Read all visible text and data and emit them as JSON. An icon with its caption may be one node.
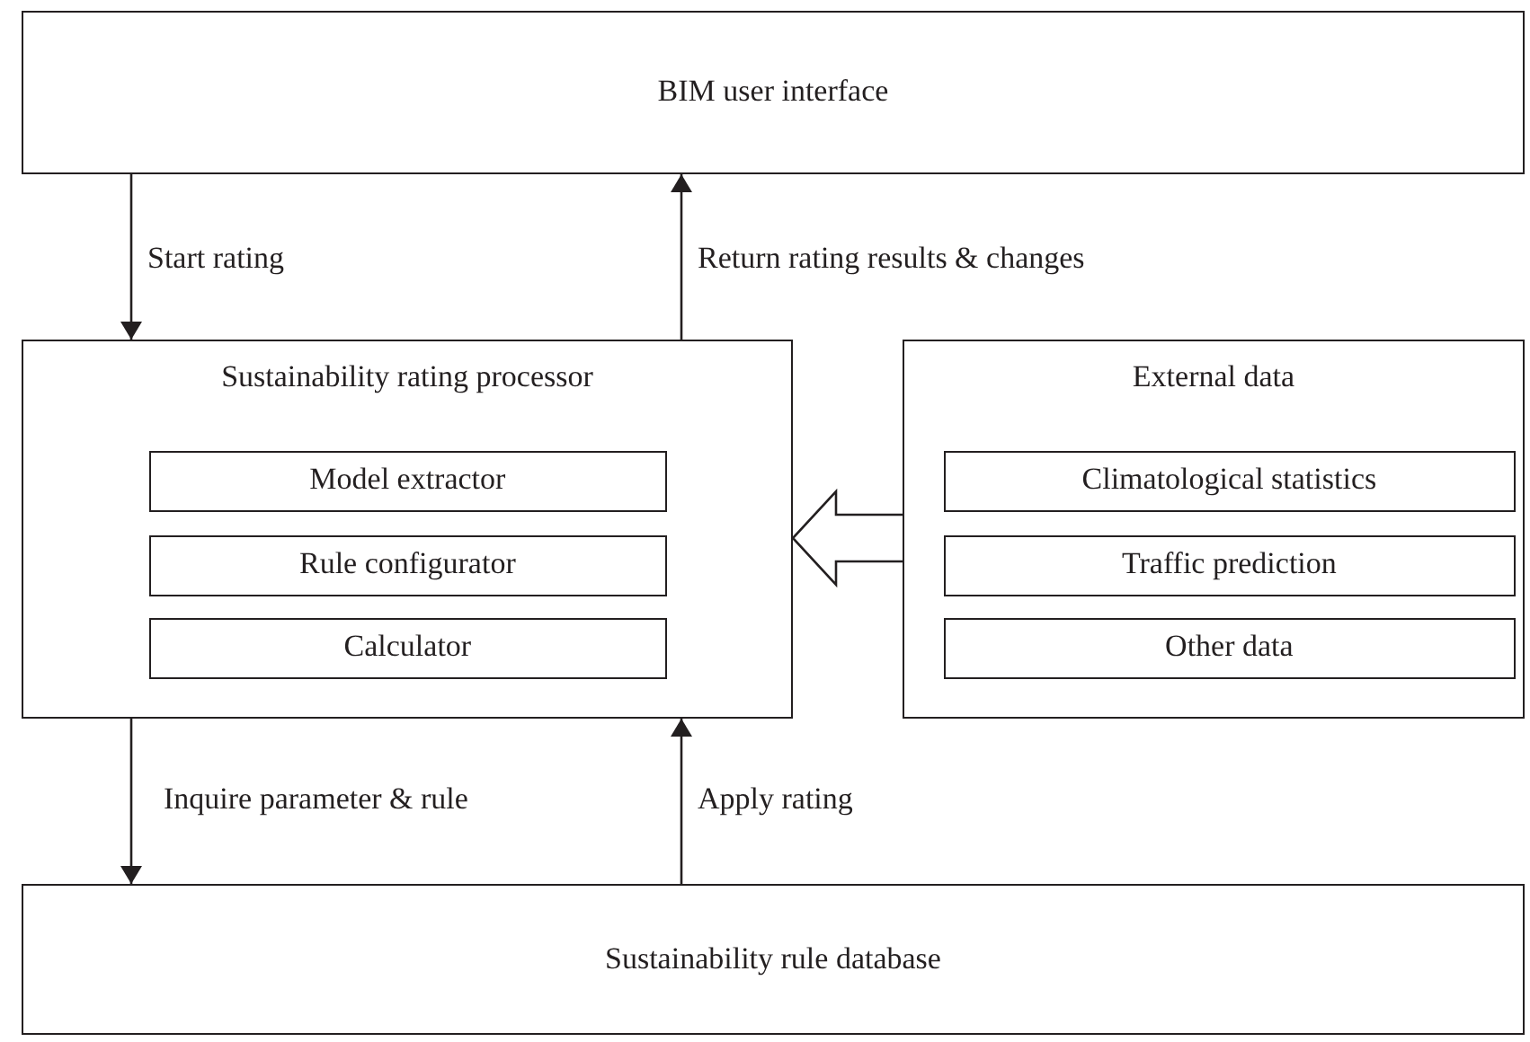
{
  "diagram": {
    "nodes": [
      {
        "text": [
          "BIM user interface"
        ]
      },
      {
        "text": [
          "Sustainability rating processor"
        ]
      },
      {
        "text": [
          "Model extractor"
        ],
        "in": 1
      },
      {
        "text": [
          "Rule configurator"
        ],
        "in": 1
      },
      {
        "text": [
          "Calculator"
        ],
        "in": 1
      },
      {
        "text": [
          "External data"
        ]
      },
      {
        "text": [
          "Climatological statistics"
        ],
        "in": 5
      },
      {
        "text": [
          "Traffic prediction"
        ],
        "in": 5
      },
      {
        "text": [
          "Other data"
        ],
        "in": 5
      },
      {
        "text": [
          "Sustainability rule database"
        ]
      }
    ],
    "edges": [
      {
        "from": 0,
        "to": 1,
        "arrow": "to",
        "label": "Start rating"
      },
      {
        "from": 1,
        "to": 0,
        "arrow": "to",
        "label": "Return rating results & changes"
      },
      {
        "from": 5,
        "to": 1,
        "arrow": "to",
        "style": "thick"
      },
      {
        "from": 1,
        "to": 9,
        "arrow": "to",
        "label": "Inquire parameter & rule"
      },
      {
        "from": 9,
        "to": 1,
        "arrow": "to",
        "label": "Apply rating"
      }
    ]
  }
}
